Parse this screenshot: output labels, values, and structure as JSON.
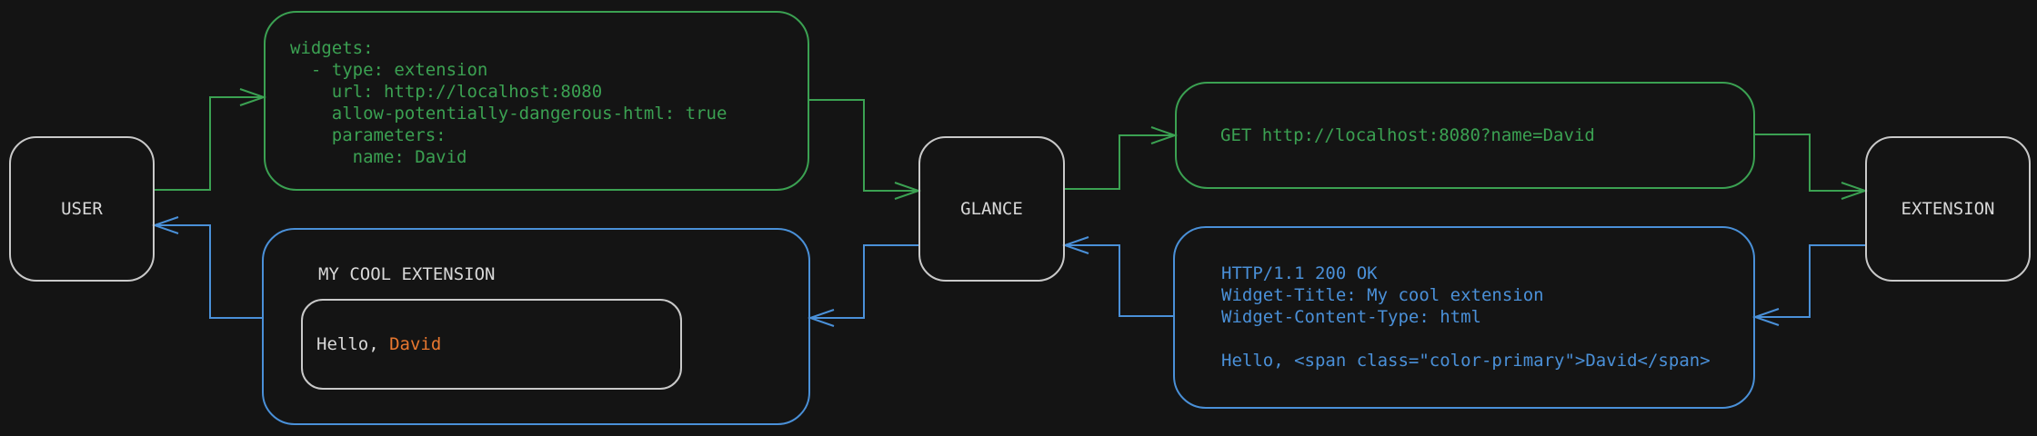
{
  "theme": {
    "background": "#141414",
    "green": "#3ba152",
    "blue": "#4a90d8",
    "gray_border": "#c9c9c9",
    "gray_text": "#d8d8d8",
    "orange": "#e8772f"
  },
  "nodes": {
    "user": "USER",
    "glance": "GLANCE",
    "extension": "EXTENSION"
  },
  "config_box": {
    "lines": [
      "widgets:",
      "  - type: extension",
      "    url: http://localhost:8080",
      "    allow-potentially-dangerous-html: true",
      "    parameters:",
      "      name: David"
    ]
  },
  "request_box": {
    "text": "GET http://localhost:8080?name=David"
  },
  "response_box": {
    "lines": [
      "HTTP/1.1 200 OK",
      "Widget-Title: My cool extension",
      "Widget-Content-Type: html",
      "",
      "Hello, <span class=\"color-primary\">David</span>"
    ]
  },
  "widget_box": {
    "title": "MY COOL EXTENSION",
    "greeting_prefix": "Hello, ",
    "greeting_name": "David"
  }
}
